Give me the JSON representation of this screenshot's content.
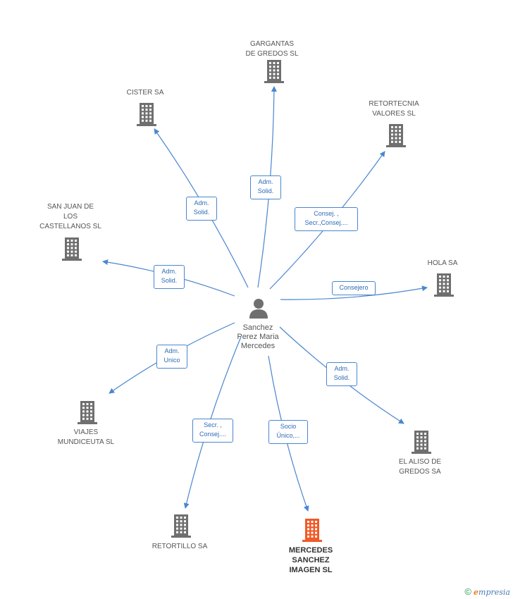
{
  "center": {
    "lines": [
      "Sanchez",
      "Perez Maria",
      "Mercedes"
    ],
    "icon": "person-icon"
  },
  "companies": [
    {
      "id": "gargantas",
      "label": "GARGANTAS\nDE GREDOS SL",
      "icon": "building-icon"
    },
    {
      "id": "cister",
      "label": "CISTER SA",
      "icon": "building-icon"
    },
    {
      "id": "retortecnia",
      "label": "RETORTECNIA\nVALORES SL",
      "icon": "building-icon"
    },
    {
      "id": "sanjuan",
      "label": "SAN JUAN DE\nLOS\nCASTELLANOS SL",
      "icon": "building-icon"
    },
    {
      "id": "hola",
      "label": "HOLA SA",
      "icon": "building-icon"
    },
    {
      "id": "viajes",
      "label": "VIAJES\nMUNDICEUTA  SL",
      "icon": "building-icon"
    },
    {
      "id": "aliso",
      "label": "EL ALISO DE\nGREDOS SA",
      "icon": "building-icon"
    },
    {
      "id": "retortillo",
      "label": "RETORTILLO SA",
      "icon": "building-icon"
    },
    {
      "id": "mercedes",
      "label": "MERCEDES\nSANCHEZ\nIMAGEN SL",
      "icon": "building-icon",
      "highlight": true
    }
  ],
  "relations": [
    {
      "to": "gargantas",
      "label": "Adm.\nSolid."
    },
    {
      "to": "cister",
      "label": "Adm.\nSolid."
    },
    {
      "to": "retortecnia",
      "label": "Consej. ,\nSecr.,Consej...."
    },
    {
      "to": "sanjuan",
      "label": "Adm.\nSolid."
    },
    {
      "to": "hola",
      "label": "Consejero"
    },
    {
      "to": "viajes",
      "label": "Adm.\nUnico"
    },
    {
      "to": "aliso",
      "label": "Adm.\nSolid."
    },
    {
      "to": "retortillo",
      "label": "Secr. ,\nConsej...."
    },
    {
      "to": "mercedes",
      "label": "Socio\nÚnico,..."
    }
  ],
  "colors": {
    "edge": "#4a86d0",
    "building": "#6f6f6f",
    "highlight": "#f05a28",
    "person": "#6f6f6f"
  },
  "footer": {
    "copyright": "©",
    "brand_first": "e",
    "brand_rest": "mpresia"
  }
}
